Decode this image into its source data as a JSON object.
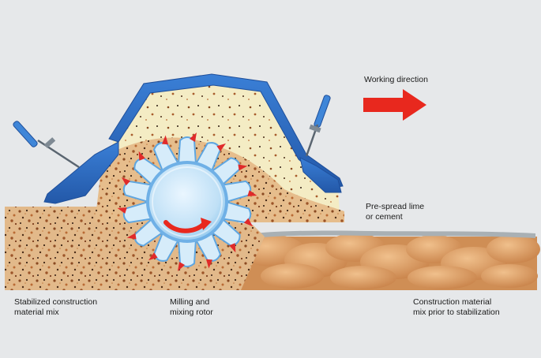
{
  "labels": {
    "working_direction": "Working direction",
    "prespread_line1": "Pre-spread lime",
    "prespread_line2": "or cement",
    "stabilized_line1": "Stabilized construction",
    "stabilized_line2": "material mix",
    "rotor_line1": "Milling and",
    "rotor_line2": "mixing rotor",
    "construction_line1": "Construction material",
    "construction_line2": "mix prior to stabilization"
  },
  "colors": {
    "background": "#e6e8ea",
    "hood_blue": "#2f6fc8",
    "hood_interior": "#f4ecc4",
    "rotor_light": "#cfe8f8",
    "rotor_edge": "#6fb0e6",
    "tooth_tip": "#e02a2a",
    "arrow_red": "#e8281e",
    "stabilized_mix": "#e2b98a",
    "raw_material": "#dc9f68",
    "lime_layer": "#a9b0b4"
  },
  "icons": {
    "direction_arrow": "arrow-right-icon",
    "rotation_arrow": "rotation-arrow-icon"
  }
}
